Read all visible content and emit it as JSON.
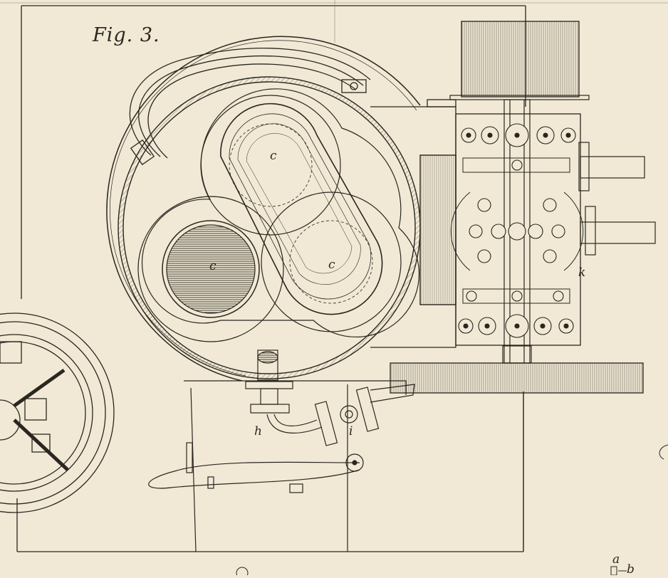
{
  "figure": {
    "title": "Fig. 3.",
    "labels": {
      "c_top": "c",
      "c_left": "c",
      "c_right": "c",
      "h": "h",
      "i": "i",
      "k": "k",
      "a": "a",
      "b": "b"
    }
  },
  "colors": {
    "paper": "#f1e9d5",
    "ink": "#2a2620",
    "shade": "#5a5449"
  }
}
